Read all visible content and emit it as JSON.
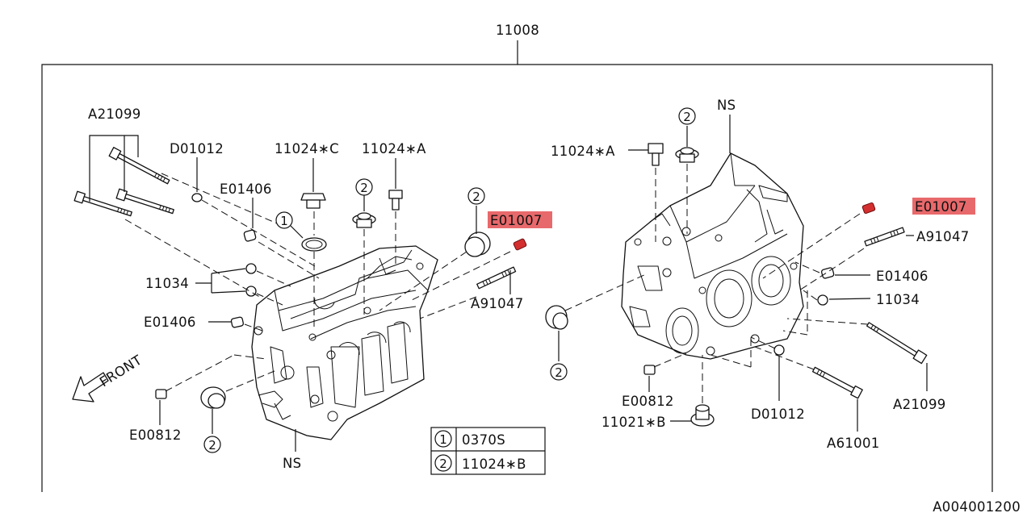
{
  "diagram": {
    "assembly_number": "11008",
    "ref_code": "A004001200",
    "front_label": "FRONT",
    "highlight_color": "#e8696b",
    "labels": {
      "a21099_left": "A21099",
      "d01012_left": "D01012",
      "e01406_top_left": "E01406",
      "c11024_c": "11024∗C",
      "c11024_a_left": "11024∗A",
      "e01007_left": "E01007",
      "c11034_left": "11034",
      "e01406_left": "E01406",
      "a91047_left": "A91047",
      "e00812_left": "E00812",
      "ns_left": "NS",
      "c11024_a_right": "11024∗A",
      "ns_right": "NS",
      "e01007_right": "E01007",
      "a91047_right": "A91047",
      "e01406_right": "E01406",
      "c11034_right": "11034",
      "e00812_right": "E00812",
      "c11021_b": "11021∗B",
      "d01012_right": "D01012",
      "a61001": "A61001",
      "a21099_right": "A21099"
    },
    "callouts": {
      "one": "1",
      "two": "2"
    },
    "legend": [
      {
        "num": "1",
        "part": "0370S"
      },
      {
        "num": "2",
        "part": "11024∗B"
      }
    ]
  }
}
